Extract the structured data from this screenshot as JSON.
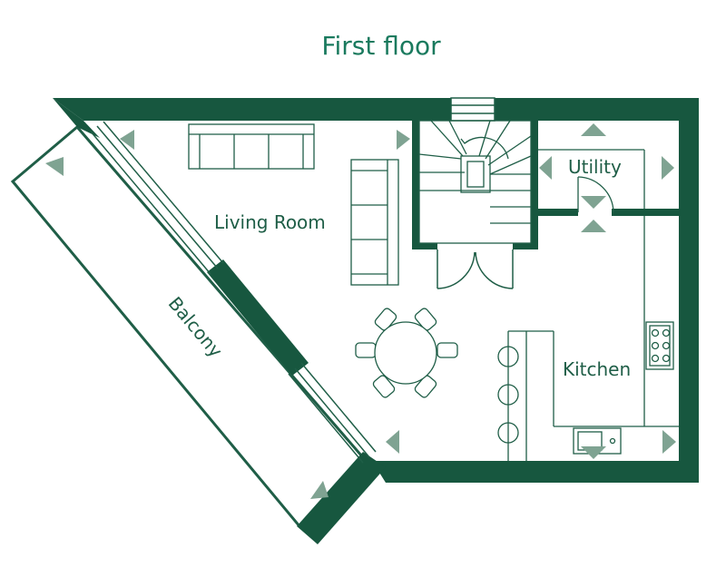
{
  "title": "First floor",
  "rooms": {
    "living_room": "Living Room",
    "utility": "Utility",
    "kitchen": "Kitchen",
    "balcony": "Balcony"
  },
  "colors": {
    "wall": "#17573f",
    "line": "#1f5e47",
    "marker": "#7fa392",
    "title": "#1a7a5e"
  }
}
